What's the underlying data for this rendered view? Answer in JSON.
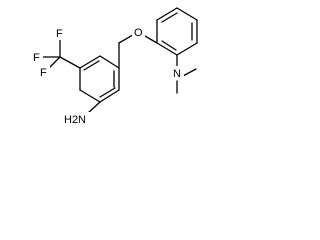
{
  "molecule": {
    "atoms": {
      "fluorine_1": "F",
      "fluorine_2": "F",
      "fluorine_3": "F",
      "ether_oxygen": "O",
      "amine_group": "H2N",
      "dimethylamino_nitrogen": "N"
    }
  }
}
